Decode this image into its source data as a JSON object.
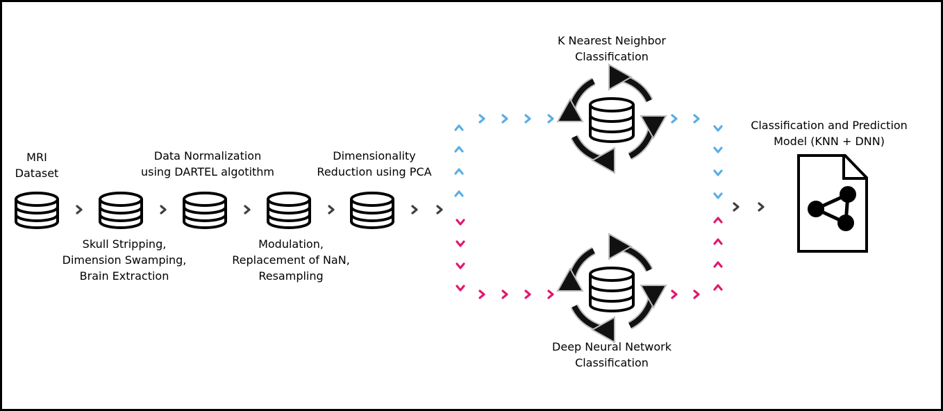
{
  "labels": {
    "mri": [
      "MRI",
      "Dataset"
    ],
    "skull": [
      "Skull Stripping,",
      "Dimension Swamping,",
      "Brain Extraction"
    ],
    "norm": [
      "Data Normalization",
      "using DARTEL algotithm"
    ],
    "mod": [
      "Modulation,",
      "Replacement of NaN,",
      "Resampling"
    ],
    "dimred": [
      "Dimensionality",
      "Reduction using PCA"
    ],
    "knn": [
      "K Nearest Neighbor",
      "Classification"
    ],
    "dnn": [
      "Deep Neural Network",
      "Classification"
    ],
    "model": [
      "Classification and Prediction",
      "Model (KNN + DNN)"
    ]
  },
  "icons": {
    "stage_database": "database-icon",
    "cycle_database": "cycle-database-icon",
    "model_document": "share-document-icon",
    "flow_arrow": "chevron-icon"
  },
  "colors": {
    "grey_arrow": "#404040",
    "blue_arrow": "#5aaee6",
    "pink_arrow": "#e0196e",
    "cycle_ring": "#111111"
  }
}
